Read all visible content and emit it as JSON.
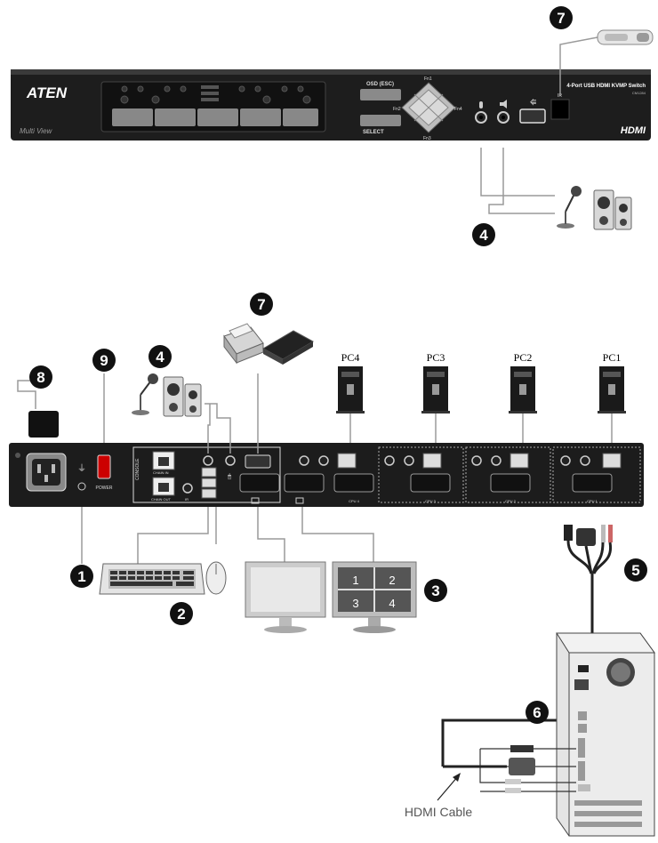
{
  "front_panel": {
    "brand": "ATEN",
    "model_title": "4-Port USB HDMI KVMP Switch",
    "model_number": "CM1284",
    "multiview": "Multi View",
    "hdmi_logo": "HDMI",
    "osd_label": "OSD (ESC)",
    "select_label": "SELECT",
    "fn1": "Fn1",
    "fn2": "Fn2",
    "fn3": "Fn3",
    "fn4": "Fn4",
    "ir_label": "IR"
  },
  "rear_panel": {
    "console_label": "CONSOLE",
    "chain_in": "CHAIN IN",
    "chain_out": "CHAIN OUT",
    "ir_label": "IR",
    "power_label": "POWER",
    "cpu_labels": [
      "CPU 4",
      "CPU 3",
      "CPU 2",
      "CPU 1"
    ]
  },
  "pc_labels": [
    "PC4",
    "PC3",
    "PC2",
    "PC1"
  ],
  "callouts": {
    "n1": "1",
    "n2": "2",
    "n3": "3",
    "n4_front": "4",
    "n4_rear": "4",
    "n5": "5",
    "n6": "6",
    "n7_front": "7",
    "n7_rear": "7",
    "n8": "8",
    "n9": "9"
  },
  "multiview_quadrants": [
    "1",
    "2",
    "3",
    "4"
  ],
  "hdmi_cable_label": "HDMI Cable",
  "colors": {
    "panel": "#1e1e1e",
    "callout": "#111111",
    "line": "#9a9a9a"
  }
}
